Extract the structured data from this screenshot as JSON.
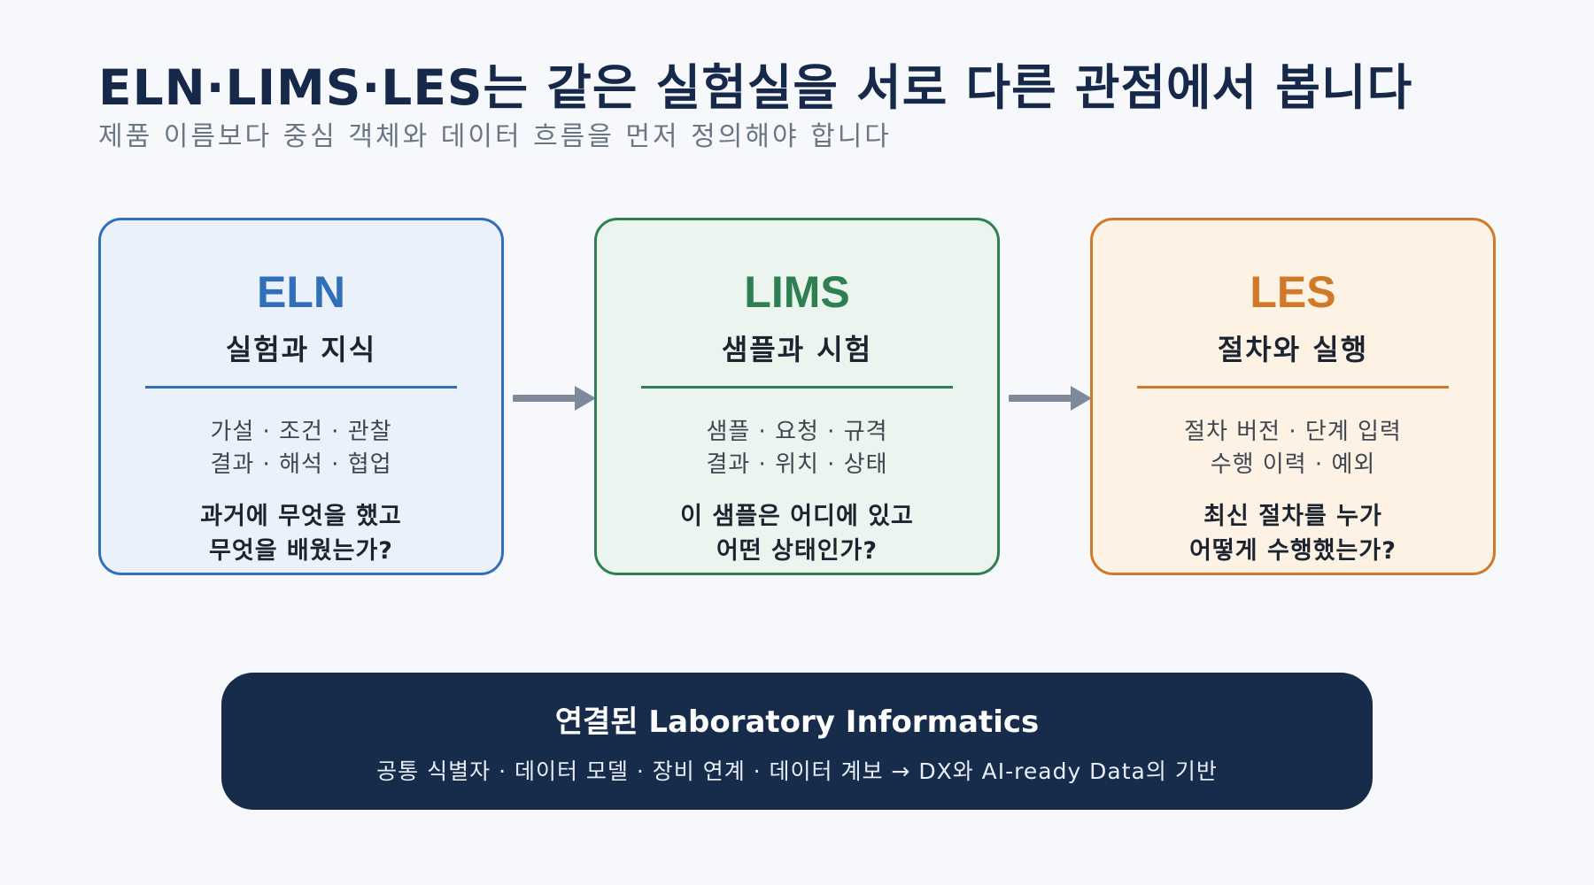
{
  "header": {
    "title": "ELN·LIMS·LES는 같은 실험실을 서로 다른 관점에서 봅니다",
    "subtitle": "제품 이름보다 중심 객체와 데이터 흐름을 먼저 정의해야 합니다"
  },
  "cards": [
    {
      "name": "ELN",
      "subtitle": "실험과 지식",
      "items": [
        "가설 · 조건 · 관찰",
        "결과 · 해석 · 협업"
      ],
      "question": [
        "과거에 무엇을 했고",
        "무엇을 배웠는가?"
      ],
      "color": "#2f70b8",
      "background": "#eaf1fb"
    },
    {
      "name": "LIMS",
      "subtitle": "샘플과 시험",
      "items": [
        "샘플 · 요청 · 규격",
        "결과 · 위치 · 상태"
      ],
      "question": [
        "이 샘플은 어디에 있고",
        "어떤 상태인가?"
      ],
      "color": "#2e8052",
      "background": "#ebf4ee"
    },
    {
      "name": "LES",
      "subtitle": "절차와 실행",
      "items": [
        "절차 버전 · 단계 입력",
        "수행 이력 · 예외"
      ],
      "question": [
        "최신 절차를 누가",
        "어떻게 수행했는가?"
      ],
      "color": "#d0792a",
      "background": "#fef2e4"
    }
  ],
  "arrow_color": "#7e8a9c",
  "banner": {
    "title": "연결된 Laboratory Informatics",
    "text": "공통 식별자 · 데이터 모델 · 장비 연계 · 데이터 계보 → DX와 AI-ready Data의 기반",
    "background": "#172b4b"
  }
}
